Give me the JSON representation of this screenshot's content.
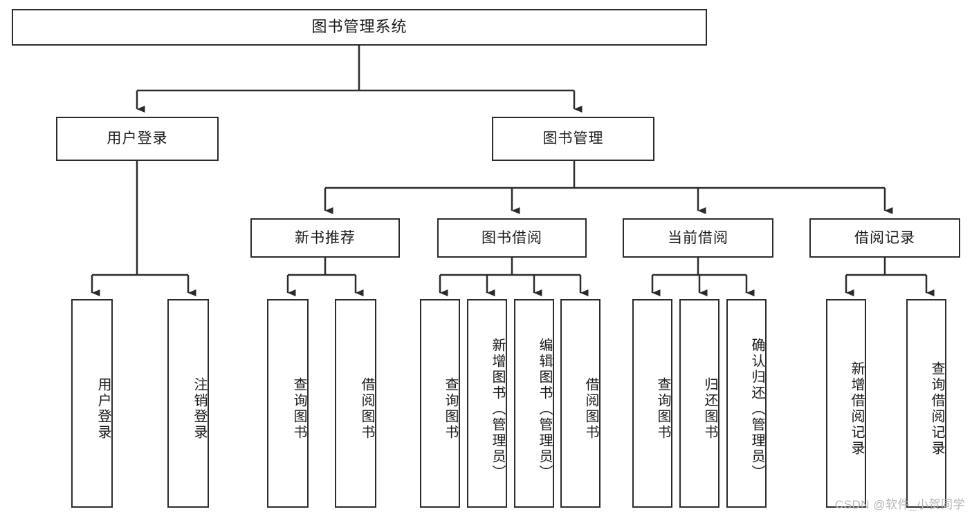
{
  "diagram": {
    "title": "图书管理系统",
    "watermark": "CSDN @软件_小贺同学",
    "colors": {
      "stroke": "#2b2b2b",
      "background": "#ffffff",
      "text": "#1a1a1a",
      "watermark": "#b7b7b7"
    },
    "root": {
      "label": "图书管理系统"
    },
    "level2": [
      {
        "label": "用户登录"
      },
      {
        "label": "图书管理"
      }
    ],
    "level3": [
      {
        "label": "新书推荐"
      },
      {
        "label": "图书借阅"
      },
      {
        "label": "当前借阅"
      },
      {
        "label": "借阅记录"
      }
    ],
    "leaves": {
      "user_login": [
        {
          "label": "用户登录"
        },
        {
          "label": "注销登录"
        }
      ],
      "new_book_recommend": [
        {
          "label": "查询图书"
        },
        {
          "label": "借阅图书"
        }
      ],
      "book_borrow": [
        {
          "label": "查询图书"
        },
        {
          "label": "新增图书（管理员）"
        },
        {
          "label": "编辑图书（管理员）"
        },
        {
          "label": "借阅图书"
        }
      ],
      "current_borrow": [
        {
          "label": "查询图书"
        },
        {
          "label": "归还图书"
        },
        {
          "label": "确认归还（管理员）"
        }
      ],
      "borrow_record": [
        {
          "label": "新增借阅记录"
        },
        {
          "label": "查询借阅记录"
        }
      ]
    }
  }
}
